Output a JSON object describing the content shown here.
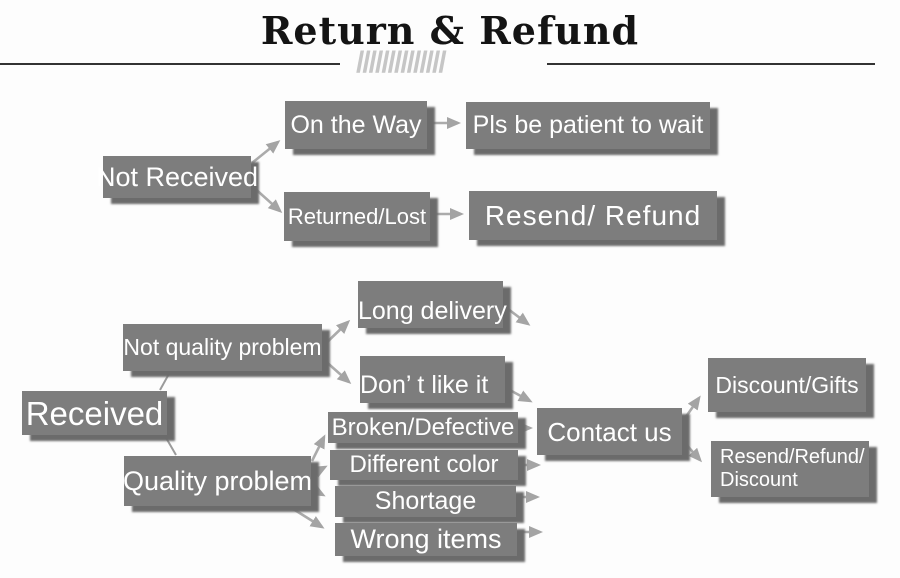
{
  "header": {
    "title": "Return & Refund",
    "hatch": "//////////////"
  },
  "nodes": {
    "not_received": "Not Received",
    "on_the_way": "On the Way",
    "pls_wait": "Pls be patient to wait",
    "returned_lost": "Returned/Lost",
    "resend_refund": "Resend/ Refund",
    "received": "Received",
    "not_quality_problem": "Not quality problem",
    "quality_problem": "Quality problem",
    "long_delivery": "Long delivery",
    "dont_like_it": "Don’ t like it",
    "broken_defective": "Broken/Defective",
    "different_color": "Different color",
    "shortage": "Shortage",
    "wrong_items": "Wrong items",
    "contact_us": "Contact us",
    "discount_gifts": "Discount/Gifts",
    "resend_refund_discount_line1": "Resend/Refund/",
    "resend_refund_discount_line2": "Discount"
  },
  "edges": [
    {
      "from": "Not Received",
      "to": "On the Way"
    },
    {
      "from": "Not Received",
      "to": "Returned/Lost"
    },
    {
      "from": "On the Way",
      "to": "Pls be patient to wait"
    },
    {
      "from": "Returned/Lost",
      "to": "Resend/ Refund"
    },
    {
      "from": "Received",
      "to": "Not quality problem"
    },
    {
      "from": "Received",
      "to": "Quality problem"
    },
    {
      "from": "Not quality problem",
      "to": "Long delivery"
    },
    {
      "from": "Not quality problem",
      "to": "Don’ t like it"
    },
    {
      "from": "Long delivery",
      "to": ""
    },
    {
      "from": "Don’ t like it",
      "to": "Contact us"
    },
    {
      "from": "Broken/Defective",
      "to": "Contact us"
    },
    {
      "from": "Quality problem",
      "to": "Broken/Defective"
    },
    {
      "from": "Quality problem",
      "to": "Different color"
    },
    {
      "from": "Quality problem",
      "to": "Shortage"
    },
    {
      "from": "Quality problem",
      "to": "Wrong items"
    },
    {
      "from": "Different color",
      "to": ""
    },
    {
      "from": "Shortage",
      "to": ""
    },
    {
      "from": "Wrong items",
      "to": ""
    },
    {
      "from": "Contact us",
      "to": "Discount/Gifts"
    },
    {
      "from": "Contact us",
      "to": "Resend/Refund/Discount"
    }
  ],
  "colors": {
    "background": "#fdfdfd",
    "box": "#7d7d7d",
    "box_shadow": "#6b6b6b",
    "box_text": "#ffffff",
    "arrow": "#a8a8a8",
    "rule": "#333333",
    "hatch": "#c6c6c6",
    "title": "#141414"
  }
}
